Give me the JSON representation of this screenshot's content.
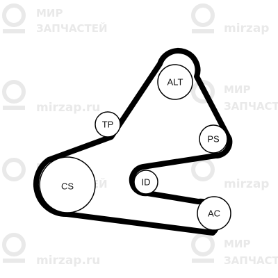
{
  "diagram": {
    "type": "serpentine-belt-routing",
    "pulleys": [
      {
        "id": "alt",
        "label": "ALT"
      },
      {
        "id": "tp",
        "label": "TP"
      },
      {
        "id": "ps",
        "label": "PS"
      },
      {
        "id": "cs",
        "label": "CS"
      },
      {
        "id": "id",
        "label": "ID"
      },
      {
        "id": "ac",
        "label": "AC"
      }
    ]
  },
  "watermark": {
    "ru_line1": "МИР",
    "ru_line2": "ЗАПЧАСТЕЙ",
    "domain": "mirzap.ru",
    "domain_short": "mirzap"
  },
  "colors": {
    "belt": "#000000",
    "pulley_stroke": "#000000",
    "watermark": "#e9e9e9"
  }
}
